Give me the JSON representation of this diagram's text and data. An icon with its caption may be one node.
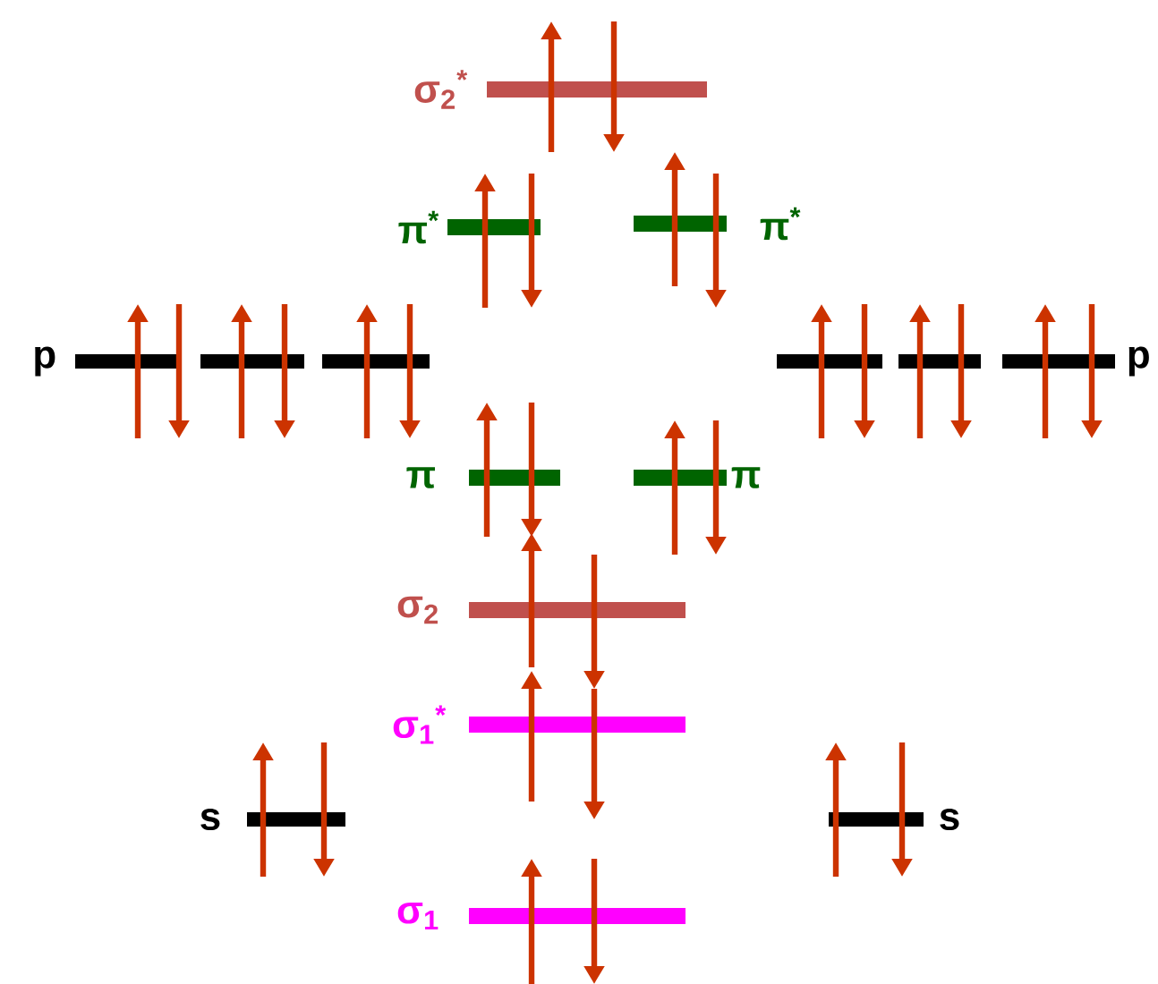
{
  "diagram": {
    "nodes": [
      {
        "text": [
          "σ$_{2}$$^{*}$"
        ]
      },
      {
        "text": [
          "π$^{*}$"
        ]
      },
      {
        "text": [
          "π$^{*}$"
        ]
      },
      {
        "text": [
          "p"
        ]
      },
      {
        "text": [],
        "shape": "bar"
      },
      {
        "text": [],
        "shape": "bar"
      },
      {
        "text": [],
        "shape": "bar"
      },
      {
        "text": [],
        "shape": "bar"
      },
      {
        "text": [
          "p"
        ]
      },
      {
        "text": [
          "π"
        ]
      },
      {
        "text": [
          "π"
        ]
      },
      {
        "text": [
          "σ$_{2}$"
        ]
      },
      {
        "text": [
          "σ$_{1}$$^{*}$"
        ]
      },
      {
        "text": [
          "s"
        ]
      },
      {
        "text": [
          "s"
        ]
      },
      {
        "text": [
          "σ$_{1}$"
        ]
      }
    ]
  }
}
